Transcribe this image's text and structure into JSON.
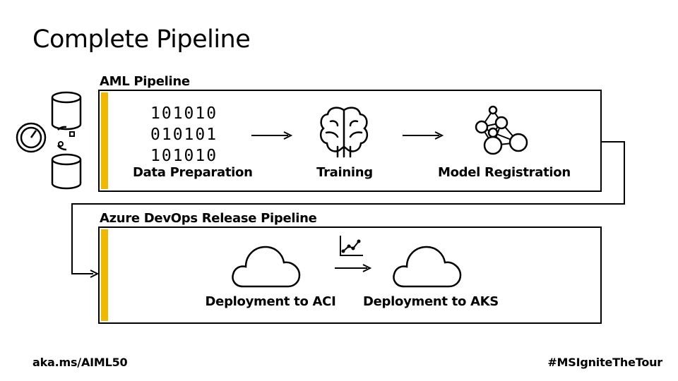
{
  "slide": {
    "title": "Complete Pipeline"
  },
  "aml_pipeline": {
    "label": "AML Pipeline",
    "binary_lines": [
      "101010",
      "010101",
      "101010"
    ],
    "steps": [
      {
        "label": "Data Preparation",
        "icon": "binary-data-icon"
      },
      {
        "label": "Training",
        "icon": "brain-icon"
      },
      {
        "label": "Model Registration",
        "icon": "network-model-icon"
      }
    ]
  },
  "release_pipeline": {
    "label": "Azure DevOps Release Pipeline",
    "steps": [
      {
        "label": "Deployment to ACI",
        "icon": "cloud-icon"
      },
      {
        "label": "Deployment to AKS",
        "icon": "cloud-icon"
      }
    ]
  },
  "footer": {
    "left": "aka.ms/AIML50",
    "right": "#MSIgniteTheTour"
  },
  "colors": {
    "accent": "#f2b800",
    "line": "#000000",
    "background": "#ffffff"
  }
}
